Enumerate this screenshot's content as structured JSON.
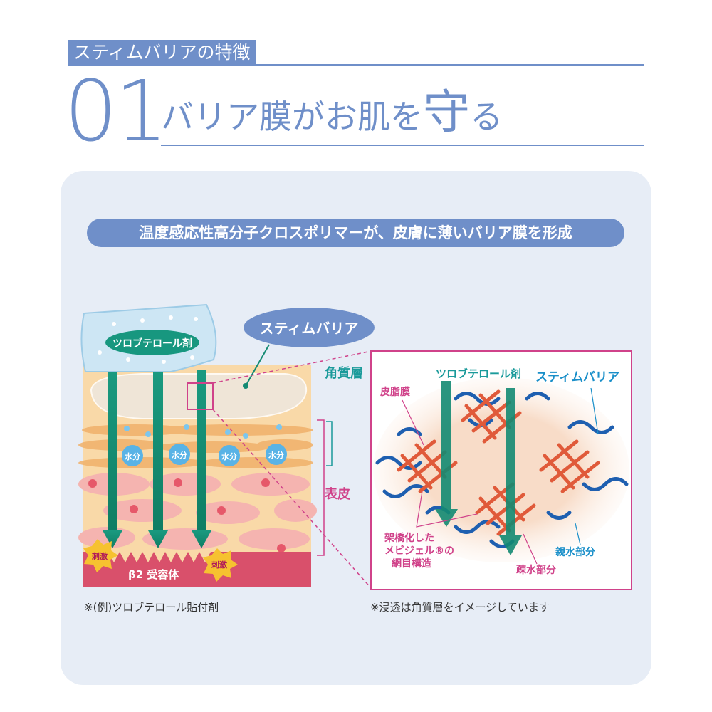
{
  "header": {
    "section_tag": "スティムバリアの特徴",
    "number": "01",
    "title_main": "バリア膜がお肌を",
    "title_emphasis": "守",
    "title_end": "る"
  },
  "banner": "温度感応性高分子クロスポリマーが、皮膚に薄いバリア膜を形成",
  "left_diagram": {
    "patch_label": "ツロブテロール剤",
    "barrier_callout": "スティムバリア",
    "moisture_label": "水分",
    "layer_stratum": "角質層",
    "layer_epidermis": "表皮",
    "stimulus_label": "刺激",
    "receptor_label": "β2 受容体",
    "caption": "※(例)ツロブテロール貼付剤"
  },
  "right_diagram": {
    "drug_label": "ツロブテロール剤",
    "barrier_label": "スティムバリア",
    "sebum_label": "皮脂膜",
    "mesh_label_line1": "架橋化した",
    "mesh_label_line2": "メビジェル®の",
    "mesh_label_line3": "網目構造",
    "hydrophobic_label": "疎水部分",
    "hydrophilic_label": "親水部分",
    "caption": "※浸透は角質層をイメージしています"
  },
  "colors": {
    "brand_blue": "#6f8fc9",
    "teal": "#138a72",
    "magenta": "#d0428a",
    "cyan_label": "#1a8fc9",
    "receptor": "#d9506b"
  }
}
